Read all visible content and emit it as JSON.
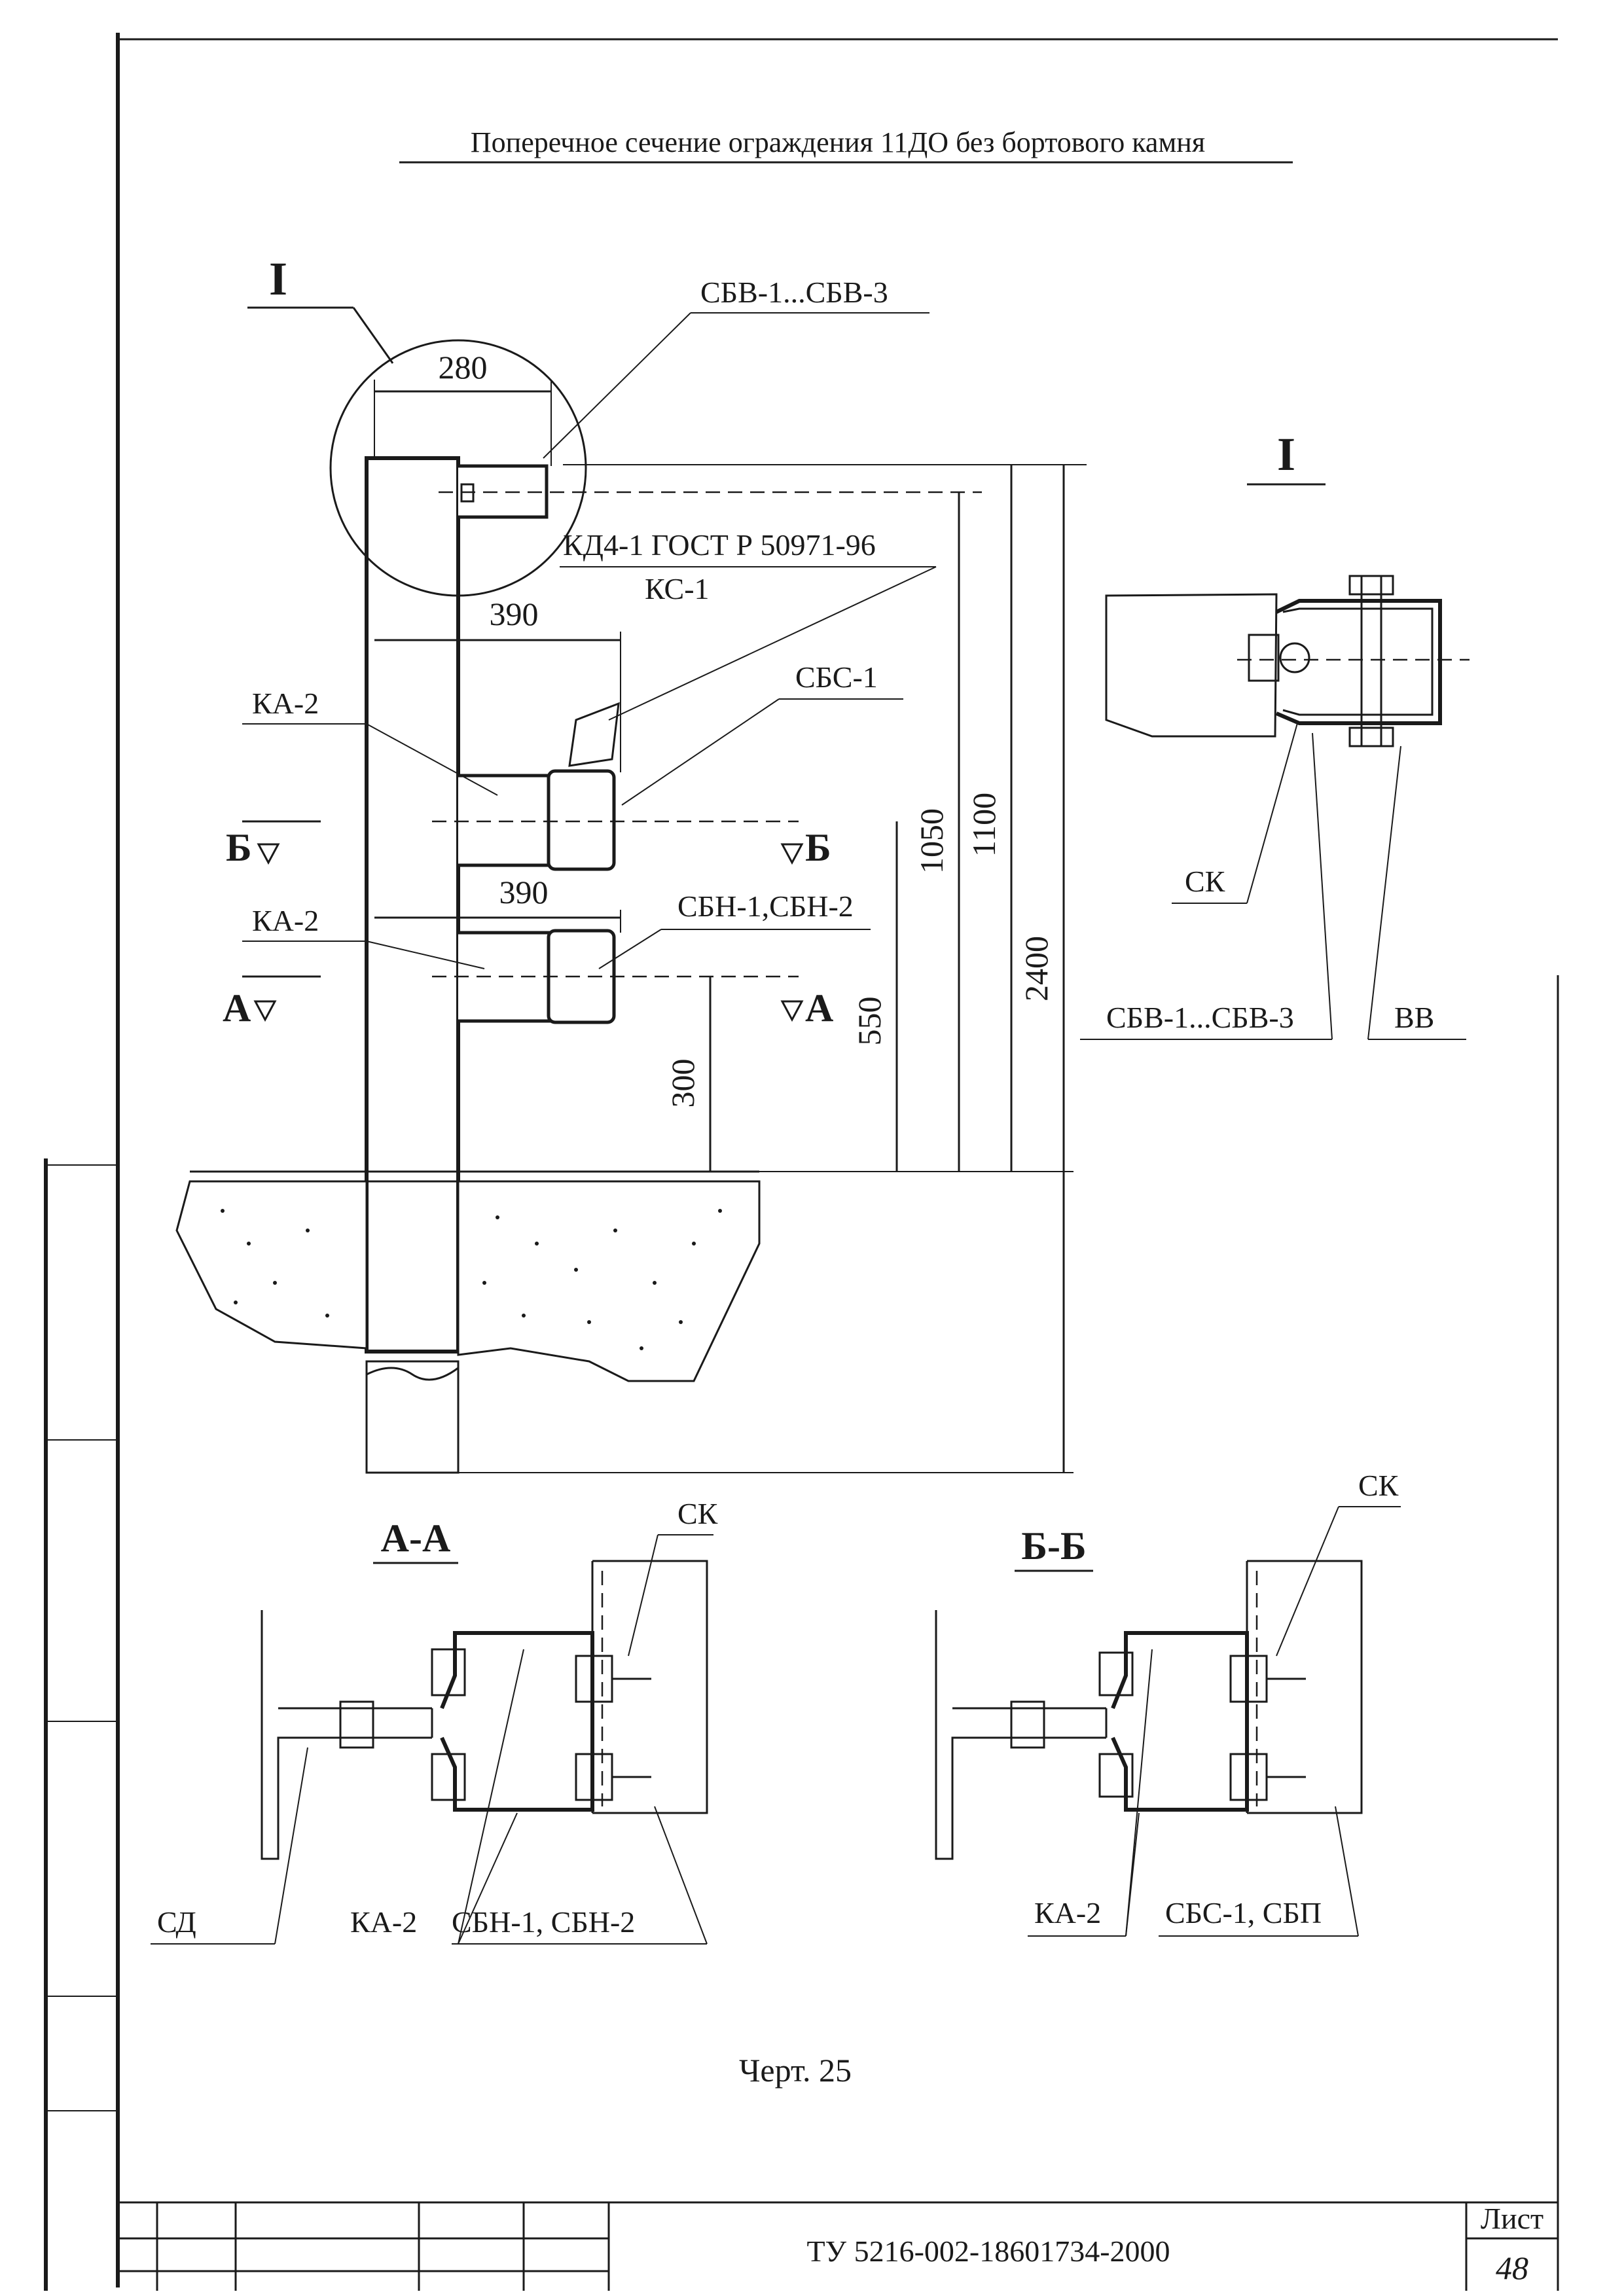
{
  "drawing": {
    "title": "Поперечное сечение  ограждения 11ДО без бортового камня",
    "caption": "Черт. 25"
  },
  "main_view": {
    "dim_280": "280",
    "dim_390_top": "390",
    "dim_390_bottom": "390",
    "dim_1050": "1050",
    "dim_1100": "1100",
    "dim_2400": "2400",
    "dim_550": "550",
    "dim_300": "300",
    "detail_marker": "I",
    "section_b_left": "Б",
    "section_b_right": "Б",
    "section_a_left": "А",
    "section_a_right": "А",
    "label_sbv": "СБВ-1...СБВ-3",
    "label_kd4_line1": "КД4-1  ГОСТ Р 50971-96",
    "label_kd4_line2": "КС-1",
    "label_sbs1": "СБС-1",
    "label_ka2_top": "КА-2",
    "label_ka2_bottom": "КА-2",
    "label_sbn": "СБН-1,СБН-2"
  },
  "detail_I": {
    "title": "I",
    "label_sk": "СК",
    "label_sbv": "СБВ-1...СБВ-3",
    "label_vv": "ВВ"
  },
  "section_AA": {
    "title": "А-А",
    "label_sk": "СК",
    "label_sd": "СД",
    "label_ka2": "КА-2",
    "label_sbn": "СБН-1, СБН-2"
  },
  "section_BB": {
    "title": "Б-Б",
    "label_sk": "СК",
    "label_ka2": "КА-2",
    "label_sbs": "СБС-1, СБП"
  },
  "title_block": {
    "doc_code": "ТУ 5216-002-18601734-2000",
    "sheet_label": "Лист",
    "sheet_number": "48"
  }
}
